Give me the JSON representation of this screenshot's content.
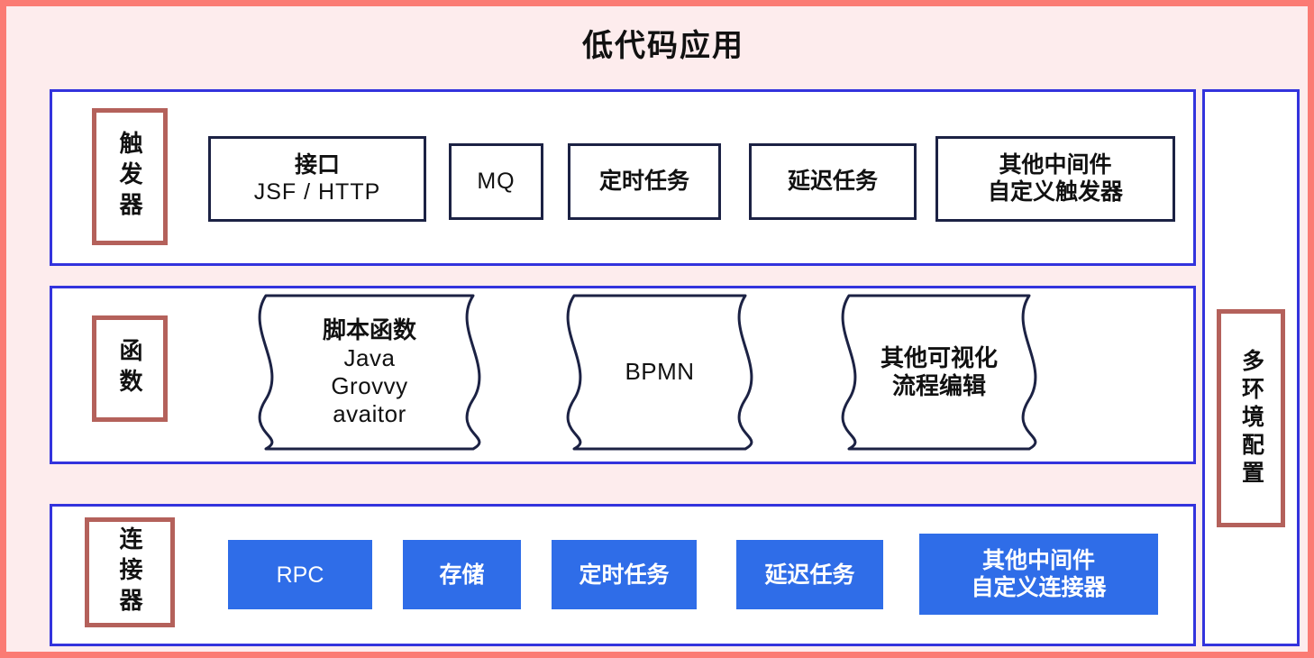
{
  "title": "低代码应用",
  "colors": {
    "page_border": "#fb7b74",
    "page_background": "#fdeced",
    "panel_border": "#3333dd",
    "category_border": "#b4615b",
    "item_border": "#1c2244",
    "connector_fill": "#2f6de8",
    "connector_text": "#ffffff",
    "text": "#111111"
  },
  "rows": {
    "trigger": {
      "category": "触发器",
      "items": [
        {
          "cn": "接口",
          "en": "JSF /  HTTP"
        },
        {
          "cn": "MQ",
          "en": ""
        },
        {
          "cn": "定时任务",
          "en": ""
        },
        {
          "cn": "延迟任务",
          "en": ""
        },
        {
          "cn": "其他中间件",
          "en": "自定义触发器"
        }
      ]
    },
    "function": {
      "category": "函数",
      "items": [
        {
          "line1": "脚本函数",
          "line2": "Java",
          "line3": "Grovvy",
          "line4": "avaitor"
        },
        {
          "line1": "BPMN",
          "line2": "",
          "line3": "",
          "line4": ""
        },
        {
          "line1": "其他可视化",
          "line2": "流程编辑",
          "line3": "",
          "line4": ""
        }
      ]
    },
    "connector": {
      "category": "连接器",
      "items": [
        {
          "cn": "RPC",
          "en": ""
        },
        {
          "cn": "存储",
          "en": ""
        },
        {
          "cn": "定时任务",
          "en": ""
        },
        {
          "cn": "延迟任务",
          "en": ""
        },
        {
          "cn": "其他中间件",
          "en": "自定义连接器"
        }
      ]
    }
  },
  "sidebar": {
    "label": "多环境配置"
  }
}
